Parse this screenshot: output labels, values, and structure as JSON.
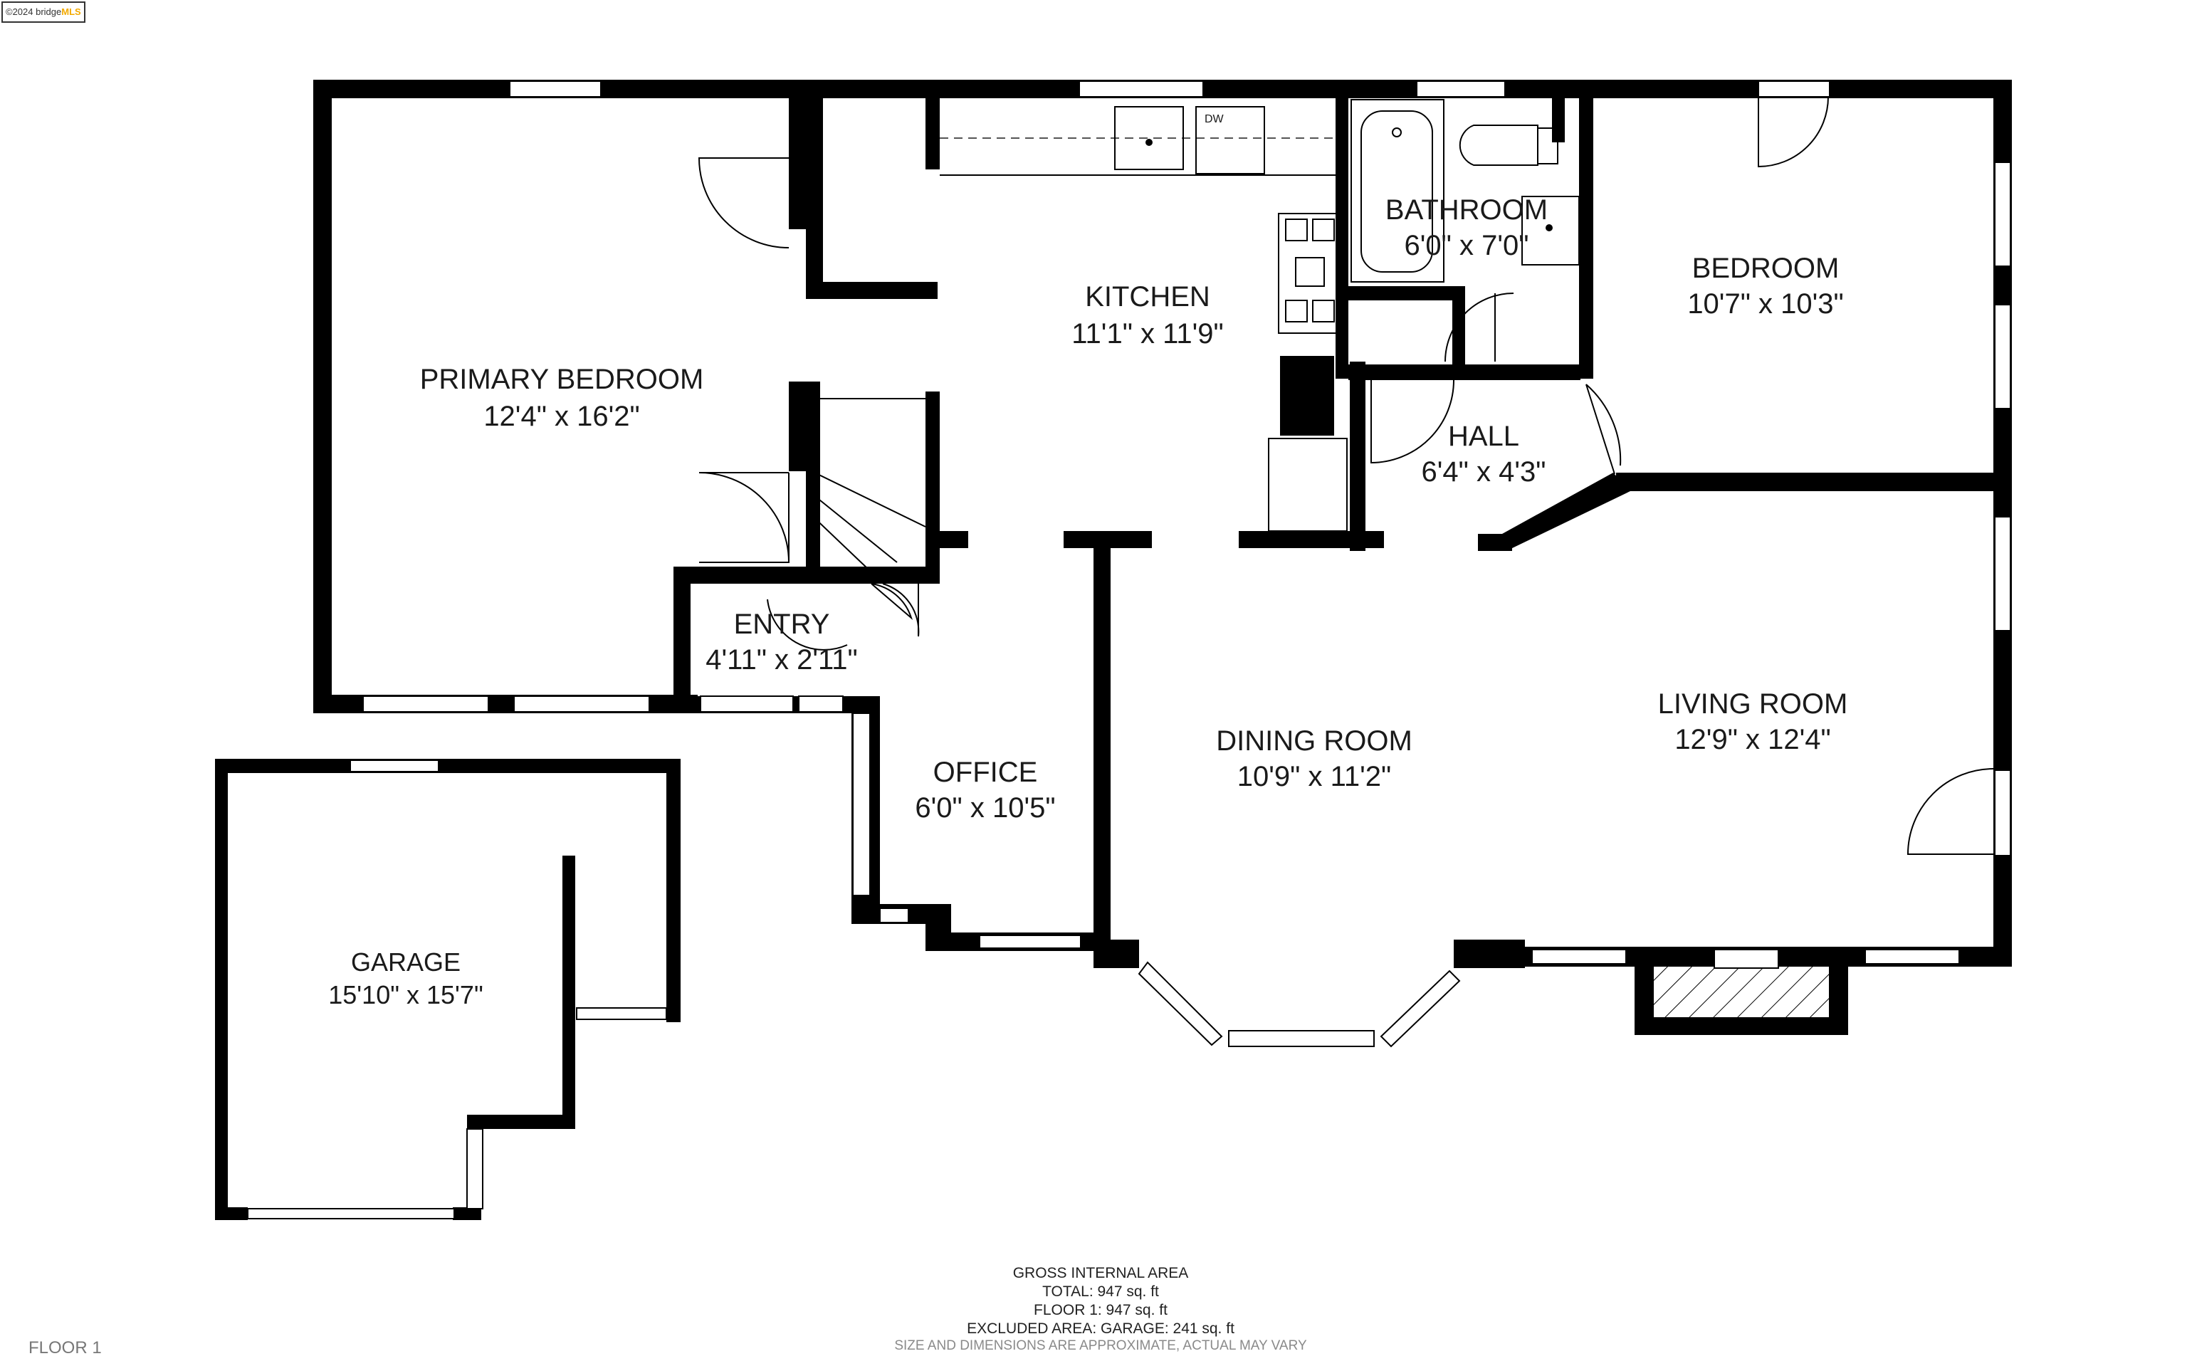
{
  "watermark": {
    "year_text": "©2024 bridge",
    "brand": "MLS"
  },
  "rooms": {
    "primary_bedroom": {
      "name": "PRIMARY BEDROOM",
      "dims": "12'4\" x 16'2\""
    },
    "kitchen": {
      "name": "KITCHEN",
      "dims": "11'1\" x 11'9\""
    },
    "bathroom": {
      "name": "BATHROOM",
      "dims": "6'0\" x 7'0\""
    },
    "bedroom": {
      "name": "BEDROOM",
      "dims": "10'7\" x 10'3\""
    },
    "hall": {
      "name": "HALL",
      "dims": "6'4\" x 4'3\""
    },
    "entry": {
      "name": "ENTRY",
      "dims": "4'11\" x 2'11\""
    },
    "office": {
      "name": "OFFICE",
      "dims": "6'0\" x 10'5\""
    },
    "dining_room": {
      "name": "DINING ROOM",
      "dims": "10'9\" x 11'2\""
    },
    "living_room": {
      "name": "LIVING ROOM",
      "dims": "12'9\" x 12'4\""
    },
    "garage": {
      "name": "GARAGE",
      "dims": "15'10\" x 15'7\""
    }
  },
  "appliance_labels": {
    "dishwasher": "DW"
  },
  "area_summary": {
    "heading": "GROSS INTERNAL AREA",
    "total": "TOTAL: 947 sq. ft",
    "floor1": "FLOOR 1: 947 sq. ft",
    "excluded": "EXCLUDED AREA: GARAGE: 241 sq. ft"
  },
  "disclaimer": "SIZE AND DIMENSIONS ARE APPROXIMATE, ACTUAL MAY VARY",
  "floor_label": "FLOOR 1"
}
